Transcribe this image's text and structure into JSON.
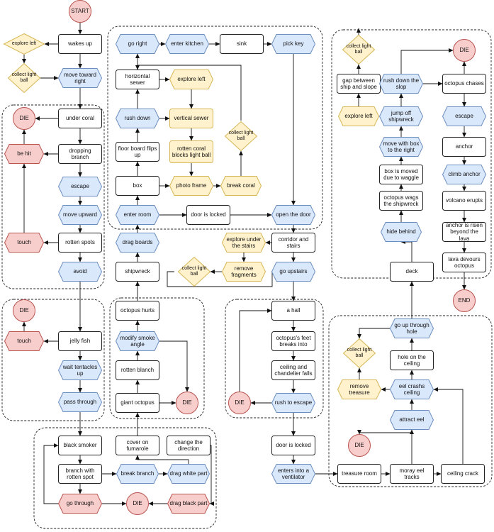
{
  "colors": {
    "action_fill": "#ffffff",
    "action_stroke": "#222222",
    "choice_fill": "#dae8fc",
    "choice_stroke": "#6c8ebf",
    "item_fill": "#fff2cc",
    "item_stroke": "#d6b656",
    "danger_fill": "#f8cecc",
    "danger_stroke": "#b85450",
    "edge": "#111111"
  },
  "nodes": {
    "start": "START",
    "end": "END",
    "wakes_up": "wakes up",
    "explore_left_1": "explore left",
    "collect_ball_1": "collect light ball",
    "move_toward_right": "move toward right",
    "die_1": "DIE",
    "under_coral": "under coral",
    "be_hit": "be hit",
    "dropping_branch": "dropping branch",
    "escape_1": "escape",
    "move_upward": "move upward",
    "touch_1": "touch",
    "rotten_spots": "rotten spots",
    "avoid": "avoid",
    "die_2": "DIE",
    "touch_2": "touch",
    "jelly_fish": "jelly fish",
    "wait_tentacles": "wait  tentacles up",
    "pass_through": "pass through",
    "black_smoker": "black smoker",
    "branch_rotten": "branch with rotten spot",
    "break_branch": "break branch",
    "drag_white": "drag white part",
    "go_through": "go through",
    "die_3": "DIE",
    "drag_black": "drag black part",
    "cover_fumarole": "cover on fumarole",
    "change_direction": "change the direction",
    "giant_octopus": "giant octopus",
    "die_4": "DIE",
    "rotten_blanch": "rotten blanch",
    "modify_smoke": "modify smoke angle",
    "octopus_hurts": "octopus hurts",
    "shipwreck": "shipwreck",
    "drag_boards": "drag boards",
    "enter_room": "enter room",
    "door_locked_1": "door is locked",
    "open_door": "open the door",
    "box": "box",
    "photo_frame": "photo frame",
    "break_coral": "break coral",
    "floor_board": "floor board flips up",
    "rotten_coral": "rotten coral blocks light ball",
    "collect_ball_2": "collect light ball",
    "rush_down_1": "rush down",
    "vertical_sewer": "vertical sewer",
    "horizontal_sewer": "horizontal sewer",
    "explore_left_2": "explore left",
    "go_right": "go right",
    "enter_kitchen": "enter kitchen",
    "sink": "sink",
    "pick_key": "pick key",
    "corridor": "corridor and stairs",
    "explore_stairs": "explore under the stairs",
    "remove_fragments": "remove fragments",
    "collect_ball_3": "collect light ball",
    "go_upstairs": "go upstairs",
    "a_hall": "a hall",
    "octopus_feet": "octopus's feet breaks into",
    "ceiling_falls": "ceiling and chandelier falls",
    "rush_escape": "rush to escape",
    "die_5": "DIE",
    "door_locked_2": "door is locked",
    "ventilator": "enters into a ventilator",
    "treasure_room": "treasure room",
    "moray_eel": "moray eel tracks",
    "ceiling_crack": "ceiling crack",
    "die_6": "DIE",
    "attract_eel": "attract eel",
    "eel_crashes": "eel crashs ceiling",
    "remove_treasure": "remove treasure",
    "collect_ball_4": "collect light ball",
    "hole_ceiling": "hole on the ceiling",
    "go_up_hole": "go up through hole",
    "deck": "deck",
    "hide_behind": "hide behind",
    "octopus_wags": "octopus wags the shipwreck",
    "box_moved": "box is moved due to waggle",
    "move_with_box": "move with box to the right",
    "jump_off": "jump off shipwreck",
    "explore_left_3": "explore left",
    "gap_ship": "gap between ship and slope",
    "collect_ball_5": "collect light ball",
    "rush_slope": "rush down the slop",
    "die_7": "DIE",
    "octopus_chases": "octopus chases",
    "escape_2": "escape",
    "anchor": "anchor",
    "climb_anchor": "climb anchor",
    "volcano": "volcano erupts",
    "anchor_risen": "anchor is risen beyond the lava",
    "lava_devours": "lava  devours octopus"
  }
}
